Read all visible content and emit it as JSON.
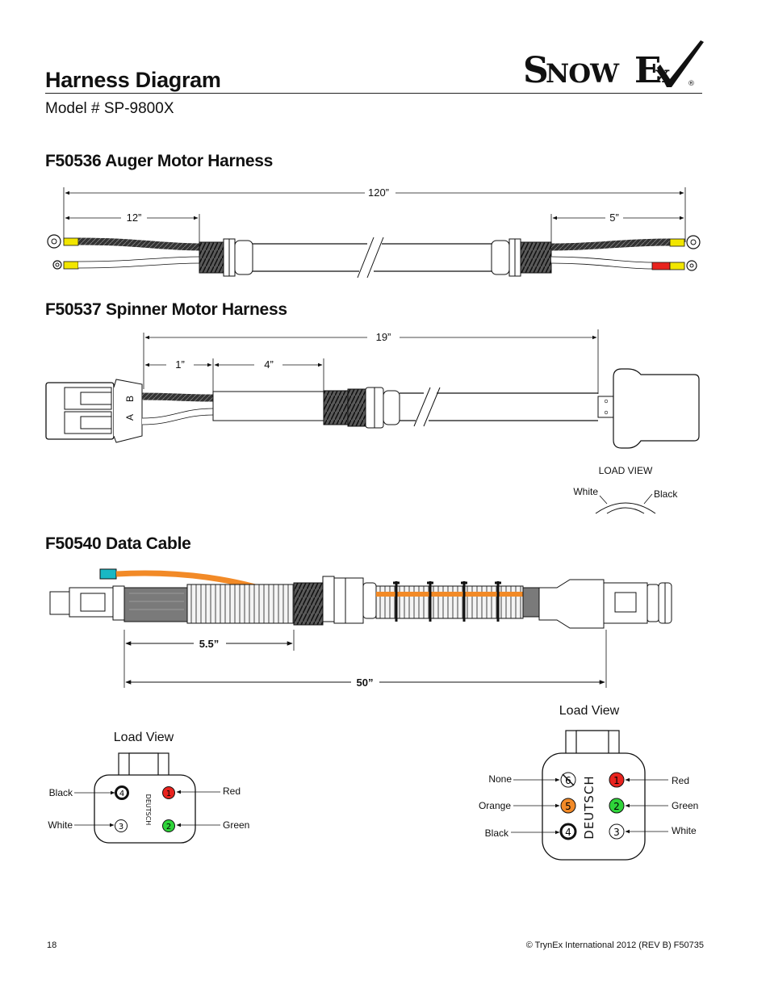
{
  "header": {
    "title": "Harness Diagram",
    "model": "Model # SP-9800X",
    "brand": "SnowEx"
  },
  "auger": {
    "heading": "F50536 Auger Motor Harness",
    "dim_total": "120”",
    "dim_left": "12”",
    "dim_right": "5”"
  },
  "spinner": {
    "heading": "F50537 Spinner Motor Harness",
    "dim_total": "19”",
    "dim_a": "1”",
    "dim_b": "4”",
    "pin_b": "B",
    "pin_a": "A",
    "load_view": "LOAD VIEW",
    "white": "White",
    "black": "Black"
  },
  "data_cable": {
    "heading": "F50540 Data Cable",
    "dim_short": "5.5”",
    "dim_long": "50”"
  },
  "left_connector": {
    "load_view": "Load View",
    "brand": "DEUTSCH",
    "pins": [
      {
        "num": "4",
        "wire": "Black",
        "color": "#ffffff"
      },
      {
        "num": "1",
        "wire": "Red",
        "color": "#e8231e"
      },
      {
        "num": "3",
        "wire": "White",
        "color": "#ffffff"
      },
      {
        "num": "2",
        "wire": "Green",
        "color": "#2fd43a"
      }
    ]
  },
  "right_connector": {
    "load_view": "Load View",
    "brand": "DEUTSCH",
    "pins": [
      {
        "num": "6",
        "wire": "None",
        "color": "#ffffff"
      },
      {
        "num": "1",
        "wire": "Red",
        "color": "#e8231e"
      },
      {
        "num": "5",
        "wire": "Orange",
        "color": "#f28a27"
      },
      {
        "num": "2",
        "wire": "Green",
        "color": "#2fd43a"
      },
      {
        "num": "4",
        "wire": "Black",
        "color": "#ffffff"
      },
      {
        "num": "3",
        "wire": "White",
        "color": "#ffffff"
      }
    ]
  },
  "footer": {
    "page": "18",
    "copyright": "© TrynEx International 2012  (REV B) F50735"
  },
  "colors": {
    "yellow": "#f2e600",
    "red": "#e8231e",
    "orange": "#f28a27",
    "green": "#2fd43a",
    "teal": "#19b7c4",
    "grey": "#8a8a8a"
  }
}
